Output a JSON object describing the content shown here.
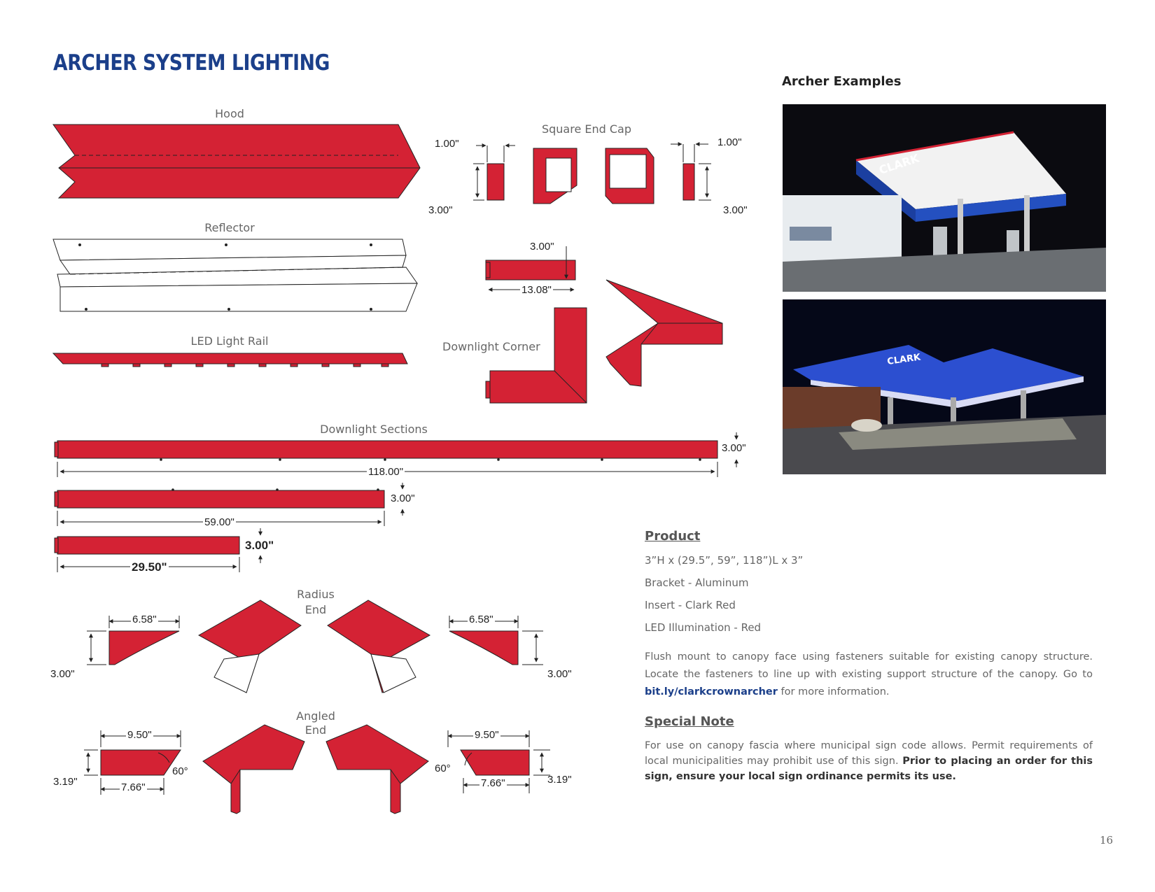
{
  "title": "ARCHER SYSTEM LIGHTING",
  "labels": {
    "hood": "Hood",
    "reflector": "Reflector",
    "led_rail": "LED Light Rail",
    "square_end_cap": "Square End Cap",
    "downlight_corner": "Downlight Corner",
    "downlight_sections": "Downlight Sections",
    "radius_end_1": "Radius",
    "radius_end_2": "End",
    "angled_end_1": "Angled",
    "angled_end_2": "End"
  },
  "dimensions": {
    "cap_left_w": "1.00\"",
    "cap_left_h": "3.00\"",
    "cap_right_w": "1.00\"",
    "cap_right_h": "3.00\"",
    "corner_h": "3.00\"",
    "corner_w": "13.08\"",
    "sec1_len": "118.00\"",
    "sec1_h": "3.00\"",
    "sec2_len": "59.00\"",
    "sec2_h": "3.00\"",
    "sec3_len": "29.50\"",
    "sec3_h": "3.00\"",
    "radius_left_w": "6.58\"",
    "radius_left_h": "3.00\"",
    "radius_right_w": "6.58\"",
    "radius_right_h": "3.00\"",
    "angled_left_w": "9.50\"",
    "angled_left_bottom": "7.66\"",
    "angled_left_h": "3.19\"",
    "angled_left_angle": "60°",
    "angled_right_w": "9.50\"",
    "angled_right_bottom": "7.66\"",
    "angled_right_h": "3.19\"",
    "angled_right_angle": "60°"
  },
  "examples": {
    "title": "Archer Examples",
    "photo1_sign": "CLARK",
    "photo2_sign": "CLARK"
  },
  "product": {
    "heading": "Product",
    "specs": [
      "3”H x (29.5”, 59”, 118”)L x 3”",
      "Bracket - Aluminum",
      "Insert - Clark Red",
      "LED Illumination - Red"
    ],
    "desc_before": "Flush mount to canopy face using fasteners suitable for existing canopy structure. Locate the fasteners to line up with existing support structure of the canopy. Go to ",
    "link": "bit.ly/clarkcrownarcher",
    "desc_after": " for more information."
  },
  "special_note": {
    "heading": "Special Note",
    "text": "For use on canopy fascia where municipal sign code allows. Permit requirements of local municipalities may prohibit use of this sign. ",
    "bold": "Prior to placing an order for this sign, ensure your local sign ordinance permits its use."
  },
  "page_number": "16",
  "colors": {
    "red": "#d42234",
    "title_blue": "#1b3f8a",
    "link_blue": "#1b3f8a"
  }
}
